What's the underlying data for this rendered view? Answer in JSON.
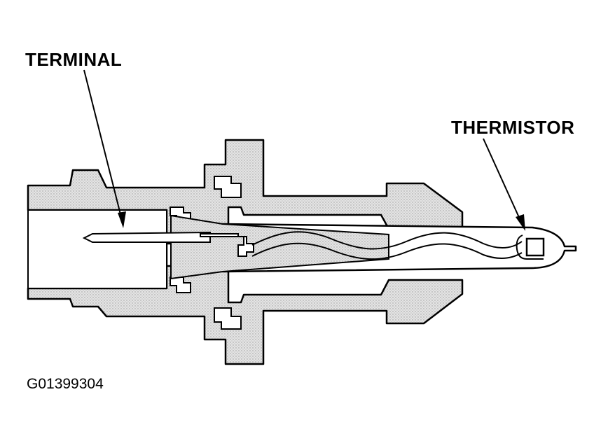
{
  "labels": {
    "terminal": "TERMINAL",
    "thermistor": "THERMISTOR"
  },
  "figure_id": "G01399304",
  "colors": {
    "line": "#000000",
    "fill": "#d9d9d9",
    "background": "#ffffff"
  }
}
